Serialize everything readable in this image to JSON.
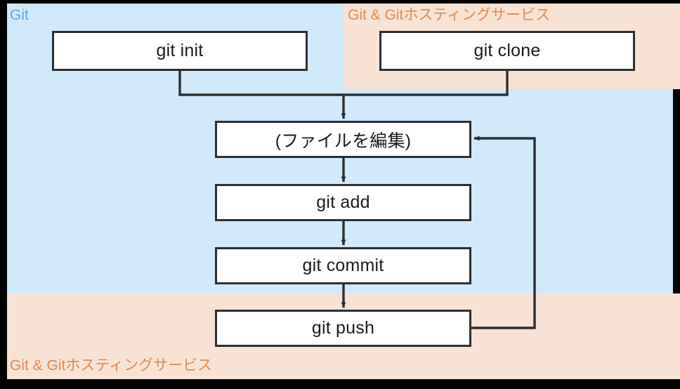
{
  "diagram": {
    "title": "Git workflow flowchart",
    "zones": [
      {
        "id": "git-local-top",
        "label": "Git",
        "color": "#D0E9FB",
        "label_color": "#5AA8E8"
      },
      {
        "id": "git-hosting-top",
        "label": "Git & Gitホスティングサービス",
        "color": "#F7E2D4",
        "label_color": "#E08A4B"
      },
      {
        "id": "git-local-middle",
        "label": "",
        "color": "#D0E9FB",
        "label_color": "#5AA8E8"
      },
      {
        "id": "git-hosting-bottom",
        "label": "Git & Gitホスティングサービス",
        "color": "#F7E2D4",
        "label_color": "#E08A4B"
      }
    ],
    "nodes": [
      {
        "id": "git-init",
        "label": "git init",
        "zone": "git-local-top"
      },
      {
        "id": "git-clone",
        "label": "git clone",
        "zone": "git-hosting-top"
      },
      {
        "id": "edit-file",
        "label": "(ファイルを編集)",
        "zone": "git-local-middle"
      },
      {
        "id": "git-add",
        "label": "git add",
        "zone": "git-local-middle"
      },
      {
        "id": "git-commit",
        "label": "git commit",
        "zone": "git-local-middle"
      },
      {
        "id": "git-push",
        "label": "git push",
        "zone": "git-hosting-bottom"
      }
    ],
    "edges": [
      {
        "from": "git-init",
        "to": "edit-file",
        "style": "elbow",
        "arrow": true
      },
      {
        "from": "git-clone",
        "to": "edit-file",
        "style": "elbow",
        "arrow": true
      },
      {
        "from": "edit-file",
        "to": "git-add",
        "style": "straight",
        "arrow": true
      },
      {
        "from": "git-add",
        "to": "git-commit",
        "style": "straight",
        "arrow": true
      },
      {
        "from": "git-commit",
        "to": "git-push",
        "style": "straight",
        "arrow": true
      },
      {
        "from": "git-push",
        "to": "edit-file",
        "style": "loop-right",
        "arrow": true
      }
    ],
    "colors": {
      "stroke": "#2B2F33",
      "node_fill": "#FFFFFF",
      "node_text": "#1B1B1B",
      "zone_blue": "#D0E9FB",
      "zone_orange": "#F7E2D4",
      "label_blue": "#5AA8E8",
      "label_orange": "#E08A4B",
      "backdrop": "#000000"
    }
  }
}
